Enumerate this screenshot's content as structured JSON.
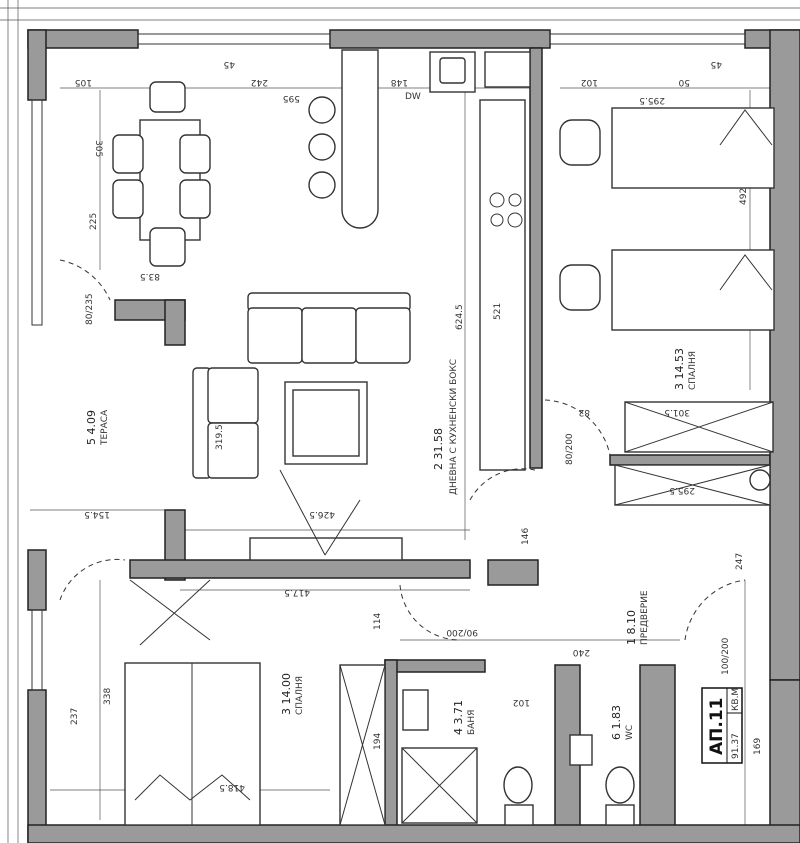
{
  "plan": {
    "apartment": {
      "name": "АП.11",
      "area": "91.37",
      "unit": "КВ.М"
    },
    "rooms": [
      {
        "number": "1",
        "area": "8.10",
        "name": "ПРЕДВЕРИЕ"
      },
      {
        "number": "2",
        "area": "31.58",
        "name": "ДНЕВНА С КУХНЕНСКИ БОКС"
      },
      {
        "number": "3",
        "area": "14.53",
        "name": "СПАЛНЯ"
      },
      {
        "number": "3",
        "area": "14.00",
        "name": "СПАЛНЯ"
      },
      {
        "number": "4",
        "area": "3.71",
        "name": "БАНЯ"
      },
      {
        "number": "5",
        "area": "4.09",
        "name": "ТЕРАСА"
      },
      {
        "number": "6",
        "area": "1.83",
        "name": "WC"
      }
    ],
    "dimensions": [
      "105",
      "45",
      "242",
      "148",
      "595",
      "102",
      "50",
      "45",
      "295.5",
      "305",
      "225",
      "492",
      "83.5",
      "624.5",
      "521",
      "319.5",
      "426.5",
      "154.5",
      "417.5",
      "295.5",
      "301.5",
      "82",
      "146",
      "114",
      "240",
      "102",
      "338",
      "237",
      "418.5",
      "194",
      "169",
      "247",
      "80/200",
      "100/200",
      "90/200",
      "80/235"
    ],
    "labels": {
      "dw": "DW"
    }
  }
}
